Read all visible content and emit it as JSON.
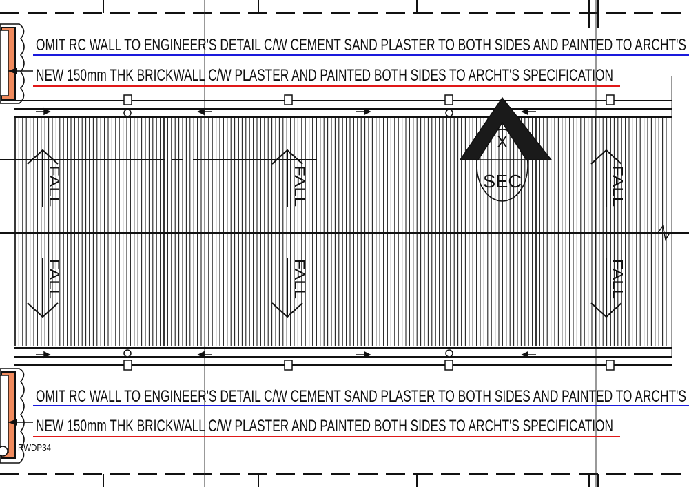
{
  "annotations": {
    "top_omit_rc": "OMIT RC WALL TO ENGINEER'S DETAIL C/W CEMENT SAND PLASTER TO BOTH SIDES AND PAINTED TO ARCHT'S",
    "top_brickwall": "NEW 150mm THK BRICKWALL C/W PLASTER AND PAINTED BOTH SIDES TO ARCHT'S SPECIFICATION",
    "bottom_omit_rc": "OMIT RC WALL TO ENGINEER'S DETAIL C/W CEMENT SAND PLASTER TO BOTH SIDES AND PAINTED TO ARCHT'S",
    "bottom_brickwall": "NEW 150mm THK BRICKWALL C/W PLASTER AND PAINTED BOTH SIDES TO ARCHT'S SPECIFICATION",
    "downpipe_tag": "RWDP34"
  },
  "fall_labels": [
    "FALL",
    "FALL",
    "FALL",
    "FALL",
    "FALL",
    "FALL"
  ],
  "section_marker": {
    "id": "X",
    "label": "SEC"
  },
  "colors": {
    "underline_blue": "#1a1adc",
    "underline_red": "#e01818",
    "wall_hatch": "#f08a5d",
    "line": "#111111"
  }
}
